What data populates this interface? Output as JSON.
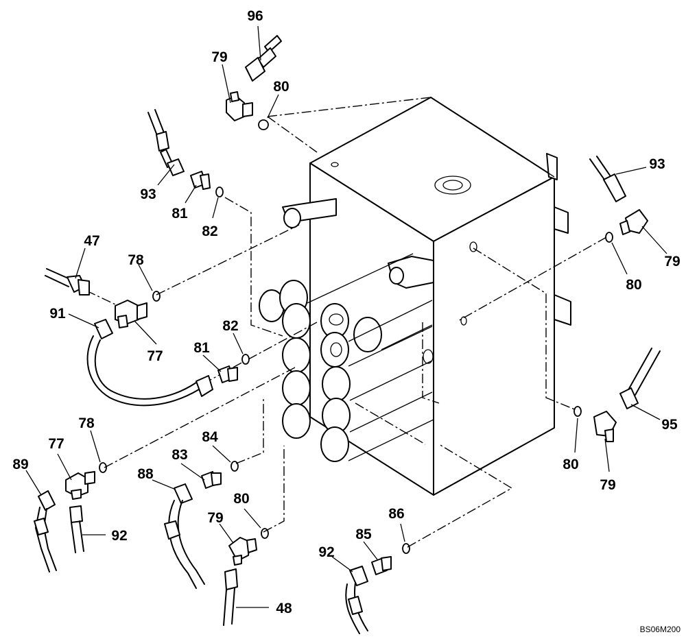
{
  "drawing_code": "BS06M200",
  "callouts": [
    {
      "id": "c96a",
      "text": "96"
    },
    {
      "id": "c79a",
      "text": "79"
    },
    {
      "id": "c80a",
      "text": "80"
    },
    {
      "id": "c93a",
      "text": "93"
    },
    {
      "id": "c81a",
      "text": "81"
    },
    {
      "id": "c82a",
      "text": "82"
    },
    {
      "id": "c93b",
      "text": "93"
    },
    {
      "id": "c79b",
      "text": "79"
    },
    {
      "id": "c80b",
      "text": "80"
    },
    {
      "id": "c47",
      "text": "47"
    },
    {
      "id": "c78a",
      "text": "78"
    },
    {
      "id": "c91",
      "text": "91"
    },
    {
      "id": "c77a",
      "text": "77"
    },
    {
      "id": "c82b",
      "text": "82"
    },
    {
      "id": "c81b",
      "text": "81"
    },
    {
      "id": "c95",
      "text": "95"
    },
    {
      "id": "c78b",
      "text": "78"
    },
    {
      "id": "c77b",
      "text": "77"
    },
    {
      "id": "c89",
      "text": "89"
    },
    {
      "id": "c84",
      "text": "84"
    },
    {
      "id": "c83",
      "text": "83"
    },
    {
      "id": "c88",
      "text": "88"
    },
    {
      "id": "c80c",
      "text": "80"
    },
    {
      "id": "c79c",
      "text": "79"
    },
    {
      "id": "c92a",
      "text": "92"
    },
    {
      "id": "c80d",
      "text": "80"
    },
    {
      "id": "c79d",
      "text": "79"
    },
    {
      "id": "c86",
      "text": "86"
    },
    {
      "id": "c85",
      "text": "85"
    },
    {
      "id": "c92b",
      "text": "92"
    },
    {
      "id": "c48",
      "text": "48"
    }
  ]
}
